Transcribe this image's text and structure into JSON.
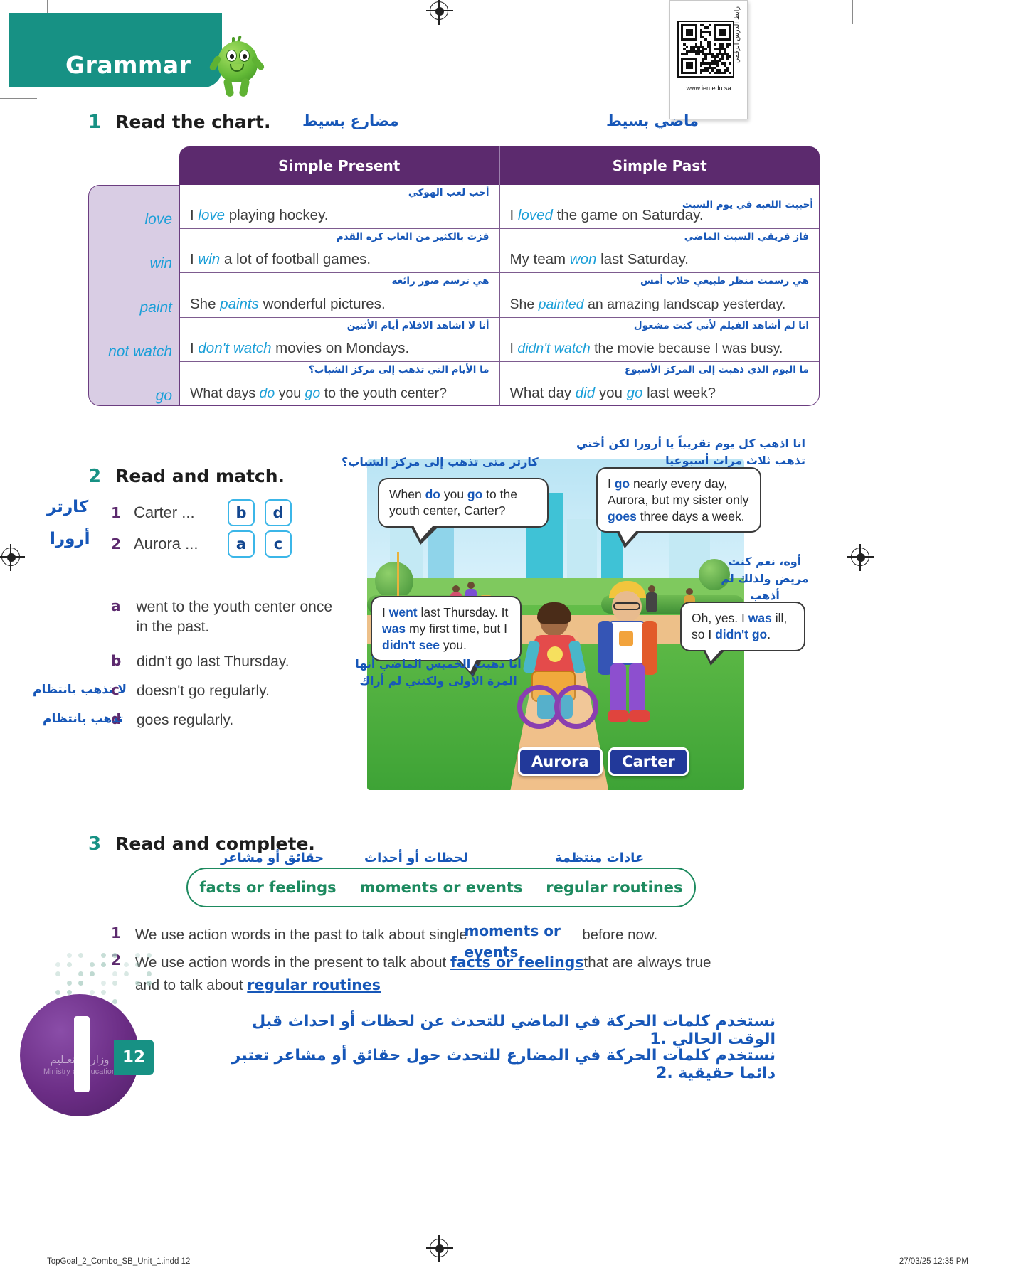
{
  "banner": {
    "title": "Grammar"
  },
  "qr": {
    "label_ar": "رابط الدرس الرقمي",
    "url": "www.ien.edu.sa"
  },
  "exercise1": {
    "number": "1",
    "title": "Read the chart.",
    "gloss_present": "مضارع بسيط",
    "gloss_past": "ماضي بسيط",
    "columns": [
      "Simple Present",
      "Simple Past"
    ],
    "rows": [
      {
        "verb": "love",
        "present": {
          "pre": "I ",
          "kw": "love",
          "post": " playing hockey.",
          "gloss": "أحب لعب الهوكي"
        },
        "past": {
          "pre": "I ",
          "kw": "loved",
          "post": " the game on Saturday.",
          "gloss": "أحببت اللعبة في يوم السبت"
        }
      },
      {
        "verb": "win",
        "present": {
          "pre": "I ",
          "kw": "win",
          "post": " a lot of football games.",
          "gloss": "فزت بالكثير من العاب كرة القدم"
        },
        "past": {
          "pre": "My team ",
          "kw": "won",
          "post": " last Saturday.",
          "gloss": "فاز فريقي السبت الماضي"
        }
      },
      {
        "verb": "paint",
        "present": {
          "pre": "She ",
          "kw": "paints",
          "post": " wonderful pictures.",
          "gloss": "هي ترسم صور رائعة"
        },
        "past": {
          "pre": "She ",
          "kw": "painted",
          "post": " an amazing landscap yesterday.",
          "gloss": "هي رسمت منظر طبيعي خلاب أمس"
        }
      },
      {
        "verb": "not watch",
        "present": {
          "pre": "I ",
          "kw": "don't watch",
          "post": " movies on Mondays.",
          "gloss": "أنا لا اشاهد الافلام أيام الأثنين"
        },
        "past": {
          "pre": "I ",
          "kw": "didn't watch",
          "post": " the movie because I was busy.",
          "gloss": "انا لم أشاهد الفيلم لأني كنت مشغول"
        }
      },
      {
        "verb": "go",
        "present": {
          "pre": "What days ",
          "kw": "do",
          "mid": " you ",
          "kw2": "go",
          "post": " to the youth center?",
          "gloss": "ما الأيام التي تذهب إلى مركز الشباب؟"
        },
        "past": {
          "pre": "What day ",
          "kw": "did",
          "mid": " you ",
          "kw2": "go",
          "post": " last week?",
          "gloss": "ما اليوم الذي ذهبت إلى المركز الأسبوع"
        }
      }
    ]
  },
  "exercise2": {
    "number": "2",
    "title": "Read and match.",
    "items": [
      {
        "num": "1",
        "name": "Carter ...",
        "gloss": "كارتر",
        "answers": [
          "b",
          "d"
        ]
      },
      {
        "num": "2",
        "name": "Aurora ...",
        "gloss": "أرورا",
        "answers": [
          "a",
          "c"
        ]
      }
    ],
    "options": [
      {
        "letter": "a",
        "text": "went to the youth center once in the past.",
        "gloss": ""
      },
      {
        "letter": "b",
        "text": "didn't go last Thursday.",
        "gloss": ""
      },
      {
        "letter": "c",
        "text": "doesn't go regularly.",
        "gloss": "لا تذهب بانتظام"
      },
      {
        "letter": "d",
        "text": "goes regularly.",
        "gloss": "تذهب بانتظام"
      }
    ],
    "scene": {
      "nameplates": [
        "Aurora",
        "Carter"
      ],
      "bubbles": [
        {
          "id": "carter-question",
          "parts": [
            {
              "t": "When ",
              "b": false
            },
            {
              "t": "do",
              "b": true
            },
            {
              "t": " you ",
              "b": false
            },
            {
              "t": "go",
              "b": true
            },
            {
              "t": " to the youth center, Carter?",
              "b": false
            }
          ],
          "gloss": "كارتر متى تذهب إلى مركز الشباب؟"
        },
        {
          "id": "carter-answer",
          "parts": [
            {
              "t": "I ",
              "b": false
            },
            {
              "t": "go",
              "b": true
            },
            {
              "t": " nearly every day, Aurora, but my sister only ",
              "b": false
            },
            {
              "t": "goes",
              "b": true
            },
            {
              "t": " three days a week.",
              "b": false
            }
          ],
          "gloss": "انا اذهب كل يوم تقريباً يا أرورا لكن أختي تذهب ثلاث مرات أسبوعيا"
        },
        {
          "id": "aurora-statement",
          "parts": [
            {
              "t": "I ",
              "b": false
            },
            {
              "t": "went",
              "b": true
            },
            {
              "t": " last Thursday. It ",
              "b": false
            },
            {
              "t": "was",
              "b": true
            },
            {
              "t": " my first time, but I ",
              "b": false
            },
            {
              "t": "didn't see",
              "b": true
            },
            {
              "t": " you.",
              "b": false
            }
          ],
          "gloss": "أنا ذهبت الخميس الماضي أنها المرة الأولى ولكنني لم أراك"
        },
        {
          "id": "carter-reply",
          "parts": [
            {
              "t": "Oh, yes. I ",
              "b": false
            },
            {
              "t": "was",
              "b": true
            },
            {
              "t": " ill, so I ",
              "b": false
            },
            {
              "t": "didn't go",
              "b": true
            },
            {
              "t": ".",
              "b": false
            }
          ],
          "gloss": "أوه، نعم كنت مريض ولذلك لم أذهب"
        }
      ]
    }
  },
  "exercise3": {
    "number": "3",
    "title": "Read and complete.",
    "wordbank": [
      {
        "en": "facts or feelings",
        "ar": "حقائق أو مشاعر"
      },
      {
        "en": "moments or events",
        "ar": "لحظات أو أحداث"
      },
      {
        "en": "regular routines",
        "ar": "عادات منتظمة"
      }
    ],
    "sentences": [
      {
        "num": "1",
        "before": "We use action words in the past to talk about single",
        "answer": "moments or events",
        "after": "before now."
      },
      {
        "num": "2",
        "before": "We use action words in the present to talk about",
        "answer": "facts or feelings",
        "after": "that are always true",
        "before2": "and to talk about",
        "answer2": "regular routines"
      }
    ],
    "ar_notes": [
      "نستخدم كلمات الحركة في الماضي للتحدث عن لحظات أو احداث قبل الوقت الحالي .1",
      "نستخدم كلمات الحركة في المضارع للتحدث حول حقائق أو مشاعر تعتبر دائما حقيقية .2"
    ]
  },
  "page": {
    "number": "12",
    "moe_ar": "وزارة التعـليم",
    "moe_en": "Ministry of Education"
  },
  "footer": {
    "left": "TopGoal_2_Combo_SB_Unit_1.indd   12",
    "right": "27/03/25   12:35 PM"
  }
}
